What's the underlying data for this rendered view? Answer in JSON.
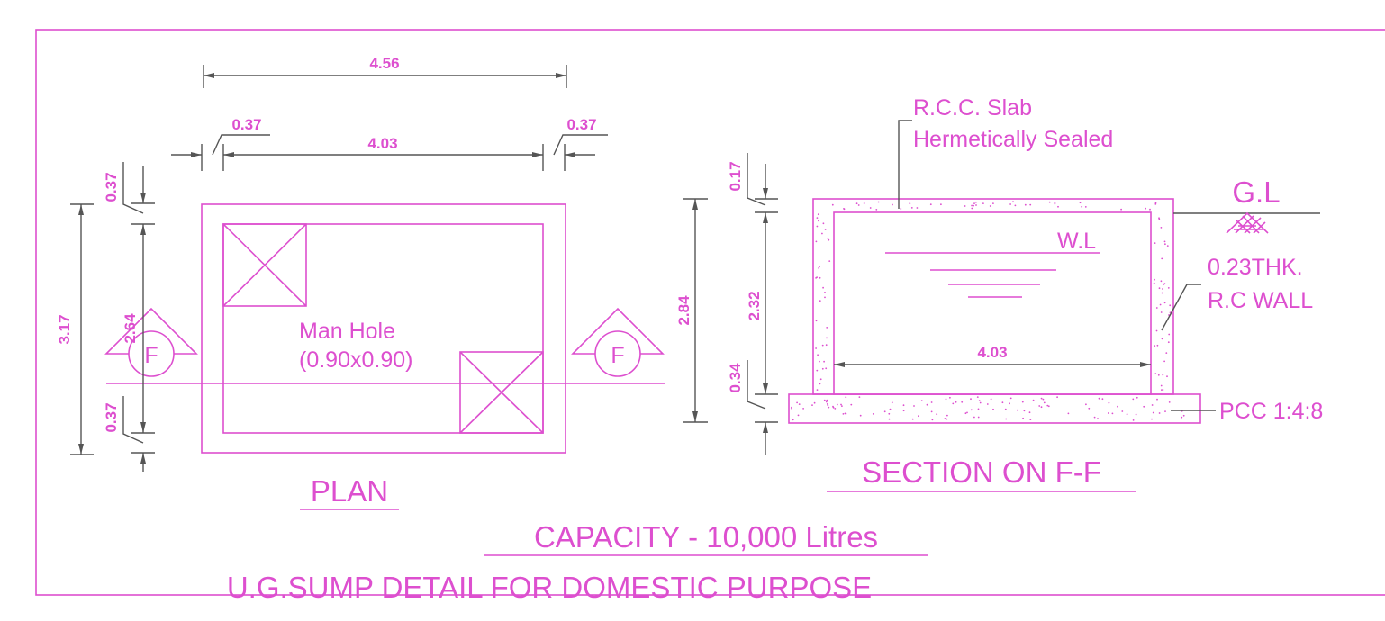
{
  "colors": {
    "drawing": "#dd4fcf",
    "dimension_lines": "#555555",
    "background": "#ffffff"
  },
  "plan": {
    "dims": {
      "overall_width": "4.56",
      "inner_width": "4.03",
      "wall_left": "0.37",
      "wall_right": "0.37",
      "overall_height": "3.17",
      "inner_height": "2.64",
      "wall_top": "0.37",
      "wall_bottom": "0.37"
    },
    "manhole_label_1": "Man Hole",
    "manhole_label_2": "(0.90x0.90)",
    "section_mark": "F",
    "title": "PLAN"
  },
  "section": {
    "slab_label_1": "R.C.C. Slab",
    "slab_label_2": "Hermetically Sealed",
    "ground_level": "G.L",
    "water_level": "W.L",
    "wall_label_1": "0.23THK.",
    "wall_label_2": "R.C WALL",
    "pcc_label": "PCC 1:4:8",
    "dims": {
      "overall_height": "2.84",
      "slab": "0.17",
      "inner_height": "2.32",
      "base": "0.34",
      "inner_width": "4.03"
    },
    "title": "SECTION ON F-F"
  },
  "capacity": "CAPACITY - 10,000 Litres",
  "title": "U.G.SUMP DETAIL FOR DOMESTIC PURPOSE"
}
